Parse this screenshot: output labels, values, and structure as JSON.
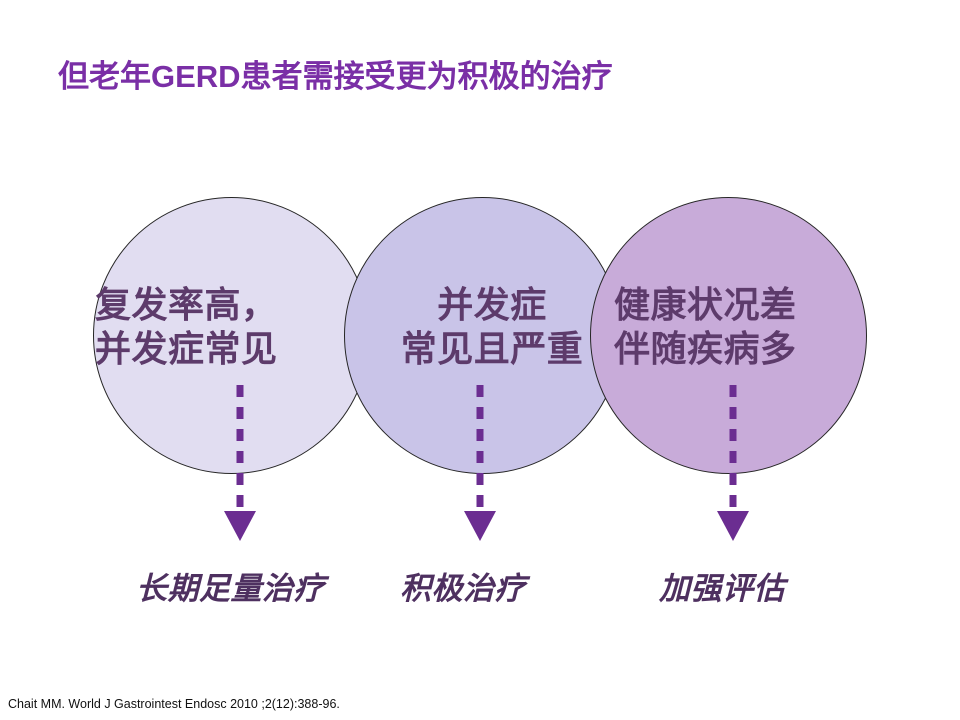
{
  "slide": {
    "title": "但老年GERD患者需接受更为积极的治疗",
    "title_color": "#7A2FA6",
    "background_color": "#FFFFFF"
  },
  "diagram": {
    "circles": [
      {
        "id": "circle-1",
        "line1": "复发率高，",
        "line2": "并发症常见",
        "text": "复发率高，\n并发症常见",
        "fill_color": "#E1DDF1",
        "outline_color": "#262626",
        "text_color": "#5D3B6B"
      },
      {
        "id": "circle-2",
        "line1": "并发症",
        "line2": "常见且严重",
        "text": "并发症\n常见且严重",
        "fill_color": "#C9C4E8",
        "outline_color": "#262626",
        "text_color": "#5D3B6B"
      },
      {
        "id": "circle-3",
        "line1": "健康状况差",
        "line2": "伴随疾病多",
        "text": "健康状况差\n伴随疾病多",
        "fill_color": "#C8ABD9",
        "outline_color": "#262626",
        "text_color": "#5D3B6B"
      }
    ],
    "arrows": [
      {
        "id": "arrow-1",
        "style": "dashed-down-arrow",
        "color": "#6B2D91"
      },
      {
        "id": "arrow-2",
        "style": "dashed-down-arrow",
        "color": "#6B2D91"
      },
      {
        "id": "arrow-3",
        "style": "dashed-down-arrow",
        "color": "#6B2D91"
      }
    ],
    "captions": [
      {
        "id": "caption-1",
        "text": "长期足量治疗",
        "color": "#4E3060"
      },
      {
        "id": "caption-2",
        "text": "积极治疗",
        "color": "#4E3060"
      },
      {
        "id": "caption-3",
        "text": "加强评估",
        "color": "#4E3060"
      }
    ]
  },
  "footer": {
    "citation": "Chait MM. World J Gastrointest Endosc 2010 ;2(12):388-96."
  }
}
